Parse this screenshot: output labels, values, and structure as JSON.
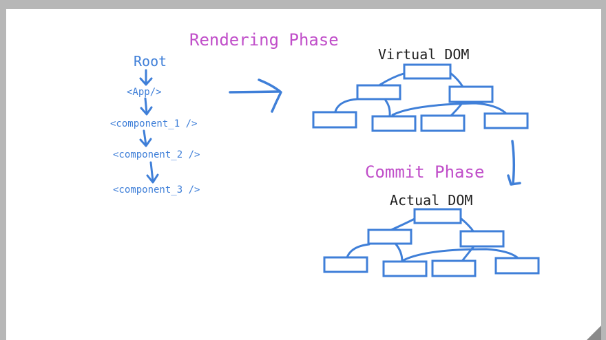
{
  "rendering_phase": {
    "title": "Rendering Phase",
    "tree_label": "Virtual DOM"
  },
  "commit_phase": {
    "title": "Commit Phase",
    "tree_label": "Actual DOM"
  },
  "component_chain": {
    "root": "Root",
    "items": [
      "<App/>",
      "<component_1 />",
      "<component_2 />",
      "<component_3 />"
    ]
  },
  "colors": {
    "phase_title": "#c04ec9",
    "diagram_blue": "#3f7fd8",
    "dom_label": "#1f1f1f"
  }
}
